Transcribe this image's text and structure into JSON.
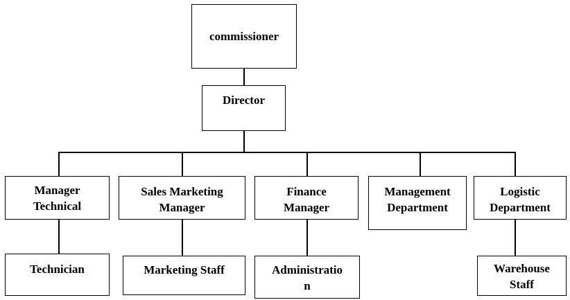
{
  "chart": {
    "commissioner": "commissioner",
    "director": "Director",
    "managers": [
      {
        "label": "Manager\nTechnical"
      },
      {
        "label": "Sales Marketing\nManager"
      },
      {
        "label": "Finance\nManager"
      },
      {
        "label": "Management\nDepartment"
      },
      {
        "label": "Logistic\nDepartment"
      }
    ],
    "staff": [
      {
        "label": "Technician"
      },
      {
        "label": "Marketing Staff"
      },
      {
        "label": "Administratio\nn"
      },
      {
        "label": "Warehouse\nStaff"
      }
    ]
  }
}
